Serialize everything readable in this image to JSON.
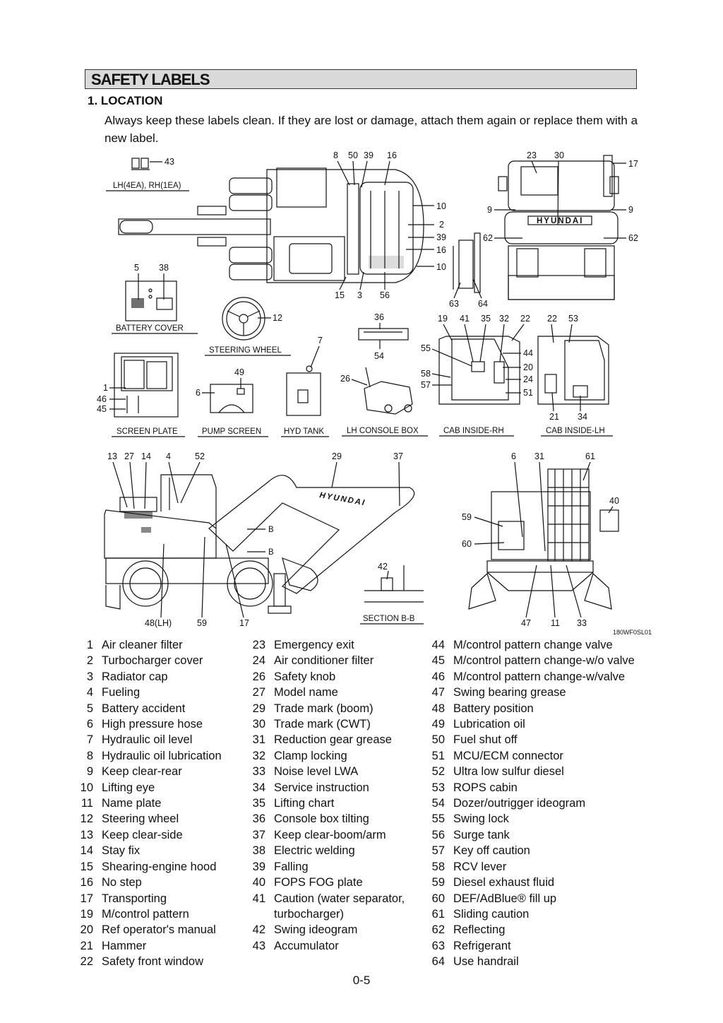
{
  "header": {
    "title": "SAFETY LABELS"
  },
  "section": {
    "heading": "1. LOCATION",
    "intro": "Always keep these labels clean. If they are lost or damage, attach them again or replace them with a new label."
  },
  "figure": {
    "captions": {
      "lh_rh": "LH(4EA), RH(1EA)",
      "battery_cover": "BATTERY COVER",
      "steering_wheel": "STEERING WHEEL",
      "screen_plate": "SCREEN PLATE",
      "pump_screen": "PUMP SCREEN",
      "hyd_tank": "HYD TANK",
      "lh_console_box": "LH CONSOLE BOX",
      "cab_inside_rh": "CAB INSIDE-RH",
      "cab_inside_lh": "CAB INSIDE-LH",
      "section_bb": "SECTION B-B",
      "lh_label": "48(LH)",
      "b_marker": "B",
      "brand": "HYUNDAI",
      "drawing_code": "180WF0SL01"
    }
  },
  "legend": {
    "columns": [
      [
        {
          "num": "1",
          "text": "Air cleaner filter"
        },
        {
          "num": "2",
          "text": "Turbocharger cover"
        },
        {
          "num": "3",
          "text": "Radiator cap"
        },
        {
          "num": "4",
          "text": "Fueling"
        },
        {
          "num": "5",
          "text": "Battery accident"
        },
        {
          "num": "6",
          "text": "High pressure hose"
        },
        {
          "num": "7",
          "text": "Hydraulic oil level"
        },
        {
          "num": "8",
          "text": "Hydraulic oil lubrication"
        },
        {
          "num": "9",
          "text": "Keep clear-rear"
        },
        {
          "num": "10",
          "text": "Lifting eye"
        },
        {
          "num": "11",
          "text": "Name plate"
        },
        {
          "num": "12",
          "text": "Steering wheel"
        },
        {
          "num": "13",
          "text": "Keep clear-side"
        },
        {
          "num": "14",
          "text": "Stay fix"
        },
        {
          "num": "15",
          "text": "Shearing-engine hood"
        },
        {
          "num": "16",
          "text": "No step"
        },
        {
          "num": "17",
          "text": "Transporting"
        },
        {
          "num": "19",
          "text": "M/control pattern"
        },
        {
          "num": "20",
          "text": "Ref operator's manual"
        },
        {
          "num": "21",
          "text": "Hammer"
        },
        {
          "num": "22",
          "text": "Safety front window"
        }
      ],
      [
        {
          "num": "23",
          "text": "Emergency exit"
        },
        {
          "num": "24",
          "text": "Air conditioner filter"
        },
        {
          "num": "26",
          "text": "Safety knob"
        },
        {
          "num": "27",
          "text": "Model name"
        },
        {
          "num": "29",
          "text": "Trade mark (boom)"
        },
        {
          "num": "30",
          "text": "Trade mark (CWT)"
        },
        {
          "num": "31",
          "text": "Reduction gear grease"
        },
        {
          "num": "32",
          "text": "Clamp locking"
        },
        {
          "num": "33",
          "text": "Noise level LWA"
        },
        {
          "num": "34",
          "text": "Service instruction"
        },
        {
          "num": "35",
          "text": "Lifting chart"
        },
        {
          "num": "36",
          "text": "Console box tilting"
        },
        {
          "num": "37",
          "text": "Keep clear-boom/arm"
        },
        {
          "num": "38",
          "text": "Electric welding"
        },
        {
          "num": "39",
          "text": "Falling"
        },
        {
          "num": "40",
          "text": "FOPS FOG plate"
        },
        {
          "num": "41",
          "text": "Caution (water separator,"
        },
        {
          "num": "",
          "text": "turbocharger)"
        },
        {
          "num": "42",
          "text": "Swing ideogram"
        },
        {
          "num": "43",
          "text": "Accumulator"
        }
      ],
      [
        {
          "num": "44",
          "text": "M/control pattern change valve"
        },
        {
          "num": "45",
          "text": "M/control pattern change-w/o valve"
        },
        {
          "num": "46",
          "text": "M/control pattern change-w/valve"
        },
        {
          "num": "47",
          "text": "Swing bearing grease"
        },
        {
          "num": "48",
          "text": "Battery position"
        },
        {
          "num": "49",
          "text": "Lubrication oil"
        },
        {
          "num": "50",
          "text": "Fuel shut off"
        },
        {
          "num": "51",
          "text": "MCU/ECM connector"
        },
        {
          "num": "52",
          "text": "Ultra low sulfur diesel"
        },
        {
          "num": "53",
          "text": "ROPS cabin"
        },
        {
          "num": "54",
          "text": "Dozer/outrigger ideogram"
        },
        {
          "num": "55",
          "text": "Swing lock"
        },
        {
          "num": "56",
          "text": "Surge tank"
        },
        {
          "num": "57",
          "text": "Key off caution"
        },
        {
          "num": "58",
          "text": "RCV lever"
        },
        {
          "num": "59",
          "text": "Diesel exhaust fluid"
        },
        {
          "num": "60",
          "text": "DEF/AdBlue® fill up"
        },
        {
          "num": "61",
          "text": "Sliding caution"
        },
        {
          "num": "62",
          "text": "Reflecting"
        },
        {
          "num": "63",
          "text": "Refrigerant"
        },
        {
          "num": "64",
          "text": "Use handrail"
        }
      ]
    ]
  },
  "footer": {
    "page_number": "0-5"
  }
}
